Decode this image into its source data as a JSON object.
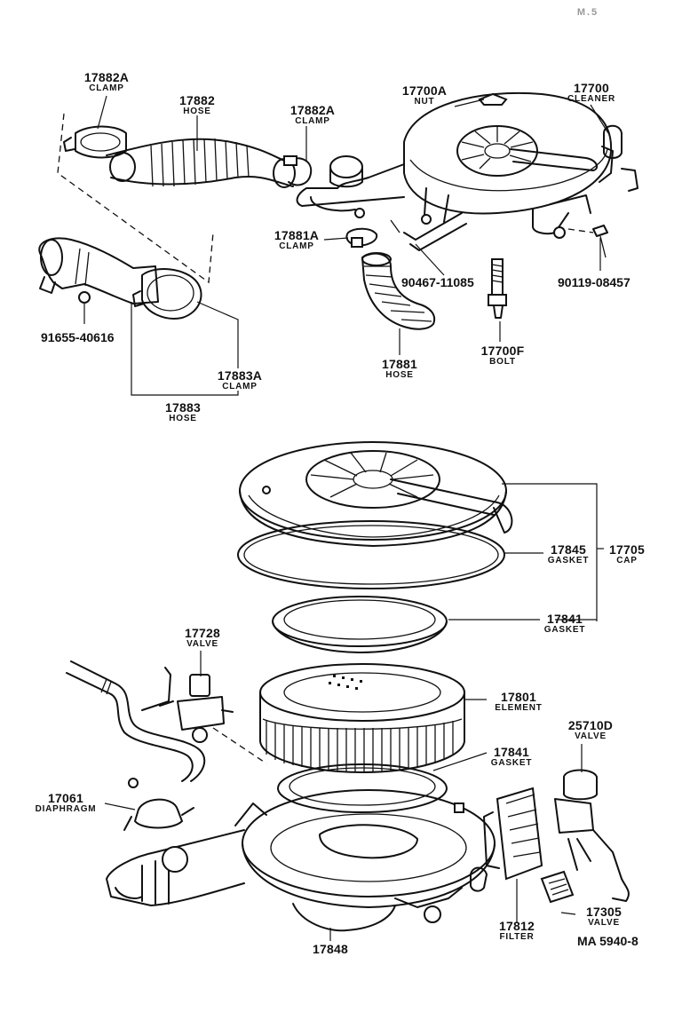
{
  "corner_mark": "M.5",
  "diagram_code": "MA 5940-8",
  "parts": [
    {
      "id": "p17882A",
      "number": "17882A",
      "name": "CLAMP"
    },
    {
      "id": "p17882",
      "number": "17882",
      "name": "HOSE"
    },
    {
      "id": "p17882A2",
      "number": "17882A",
      "name": "CLAMP"
    },
    {
      "id": "p17700A",
      "number": "17700A",
      "name": "NUT"
    },
    {
      "id": "p17700",
      "number": "17700",
      "name": "CLEANER"
    },
    {
      "id": "p17881A",
      "number": "17881A",
      "name": "CLAMP"
    },
    {
      "id": "p90467",
      "number": "90467-11085",
      "name": ""
    },
    {
      "id": "p90119",
      "number": "90119-08457",
      "name": ""
    },
    {
      "id": "p91655",
      "number": "91655-40616",
      "name": ""
    },
    {
      "id": "p17881",
      "number": "17881",
      "name": "HOSE"
    },
    {
      "id": "p17700F",
      "number": "17700F",
      "name": "BOLT"
    },
    {
      "id": "p17883A",
      "number": "17883A",
      "name": "CLAMP"
    },
    {
      "id": "p17883",
      "number": "17883",
      "name": "HOSE"
    },
    {
      "id": "p17845",
      "number": "17845",
      "name": "GASKET"
    },
    {
      "id": "p17705",
      "number": "17705",
      "name": "CAP"
    },
    {
      "id": "p17841",
      "number": "17841",
      "name": "GASKET"
    },
    {
      "id": "p17728",
      "number": "17728",
      "name": "VALVE"
    },
    {
      "id": "p17801",
      "number": "17801",
      "name": "ELEMENT"
    },
    {
      "id": "p17841b",
      "number": "17841",
      "name": "GASKET"
    },
    {
      "id": "p25710D",
      "number": "25710D",
      "name": "VALVE"
    },
    {
      "id": "p17061",
      "number": "17061",
      "name": "DIAPHRAGM"
    },
    {
      "id": "p17812",
      "number": "17812",
      "name": "FILTER"
    },
    {
      "id": "p17305",
      "number": "17305",
      "name": "VALVE"
    },
    {
      "id": "p17848",
      "number": "17848",
      "name": ""
    }
  ]
}
